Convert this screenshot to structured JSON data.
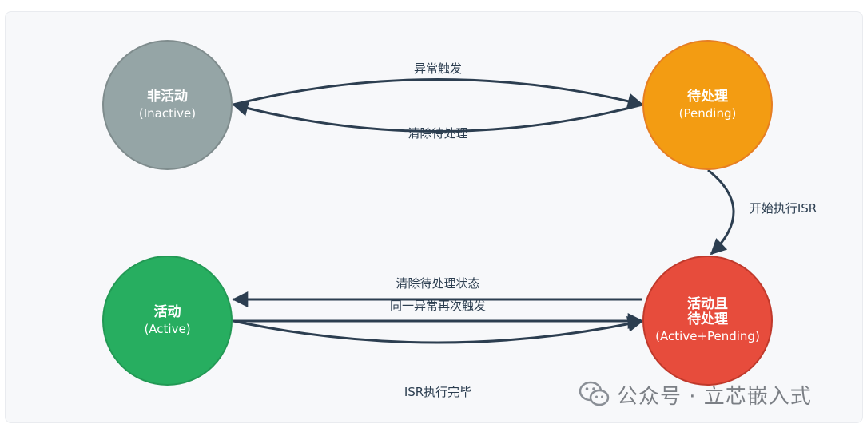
{
  "states": {
    "inactive": {
      "name": "非活动",
      "sub": "(Inactive)"
    },
    "pending": {
      "name": "待处理",
      "sub": "(Pending)"
    },
    "active": {
      "name": "活动",
      "sub": "(Active)"
    },
    "active_pending": {
      "name": "活动且\n待处理",
      "sub": "(Active+Pending)"
    }
  },
  "edges": {
    "inactive_to_pending": "异常触发",
    "pending_to_inactive": "清除待处理",
    "pending_to_active_pending": "开始执行ISR",
    "active_pending_to_active": "清除待处理状态",
    "active_to_active_pending_retrigger": "同一异常再次触发",
    "active_to_active_pending_isr_done": "ISR执行完毕"
  },
  "watermark": {
    "text": "公众号 · 立芯嵌入式",
    "icon": "wechat-icon"
  },
  "colors": {
    "arrow": "#2c3e50",
    "inactive": "#95a5a6",
    "pending": "#f39c12",
    "active": "#27ae60",
    "active_pending": "#e74c3c"
  }
}
